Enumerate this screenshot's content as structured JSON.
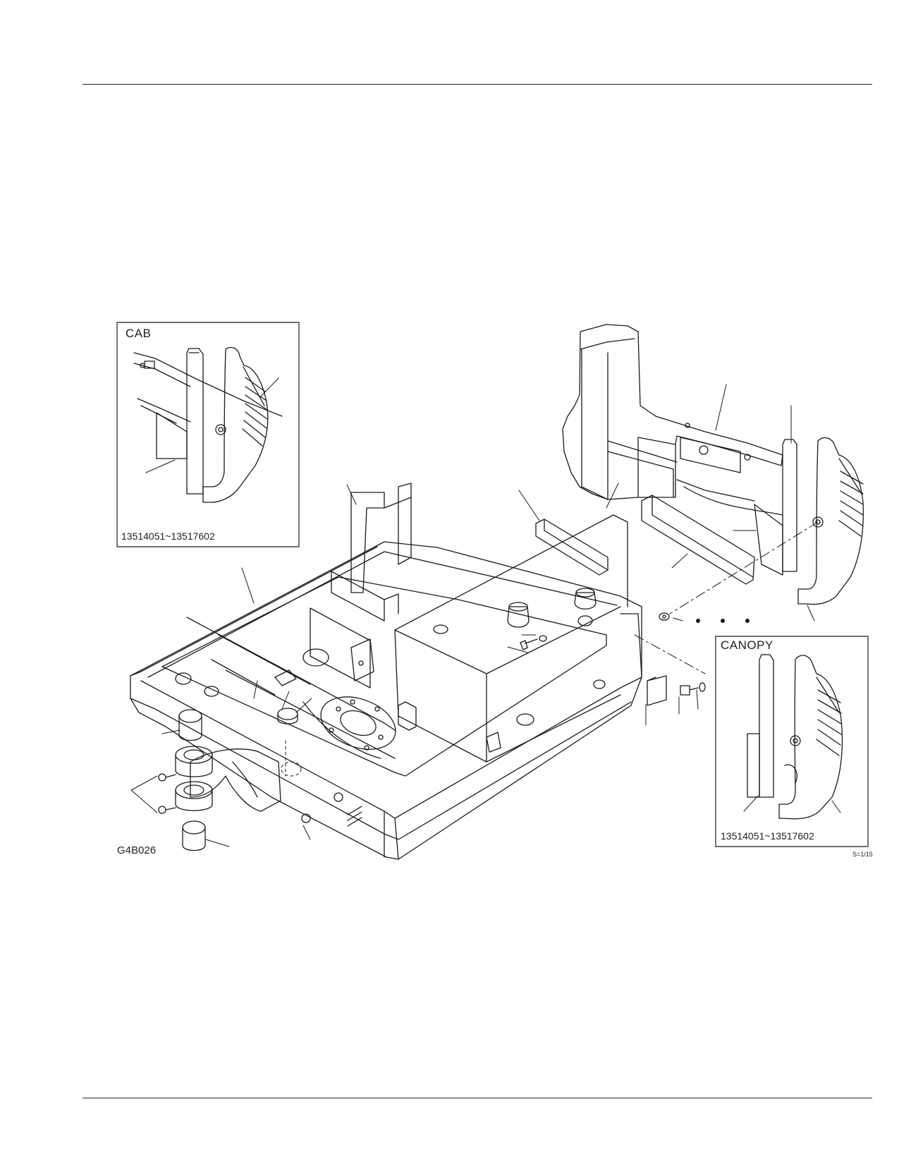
{
  "insets": {
    "cab": {
      "title": "CAB",
      "serial": "13514051~13517602"
    },
    "canopy": {
      "title": "CANOPY",
      "serial": "13514051~13517602"
    }
  },
  "figure_code": "G4B026",
  "scale": "S=1/15",
  "colors": {
    "line": "#1a1a1a",
    "background": "#ffffff"
  }
}
